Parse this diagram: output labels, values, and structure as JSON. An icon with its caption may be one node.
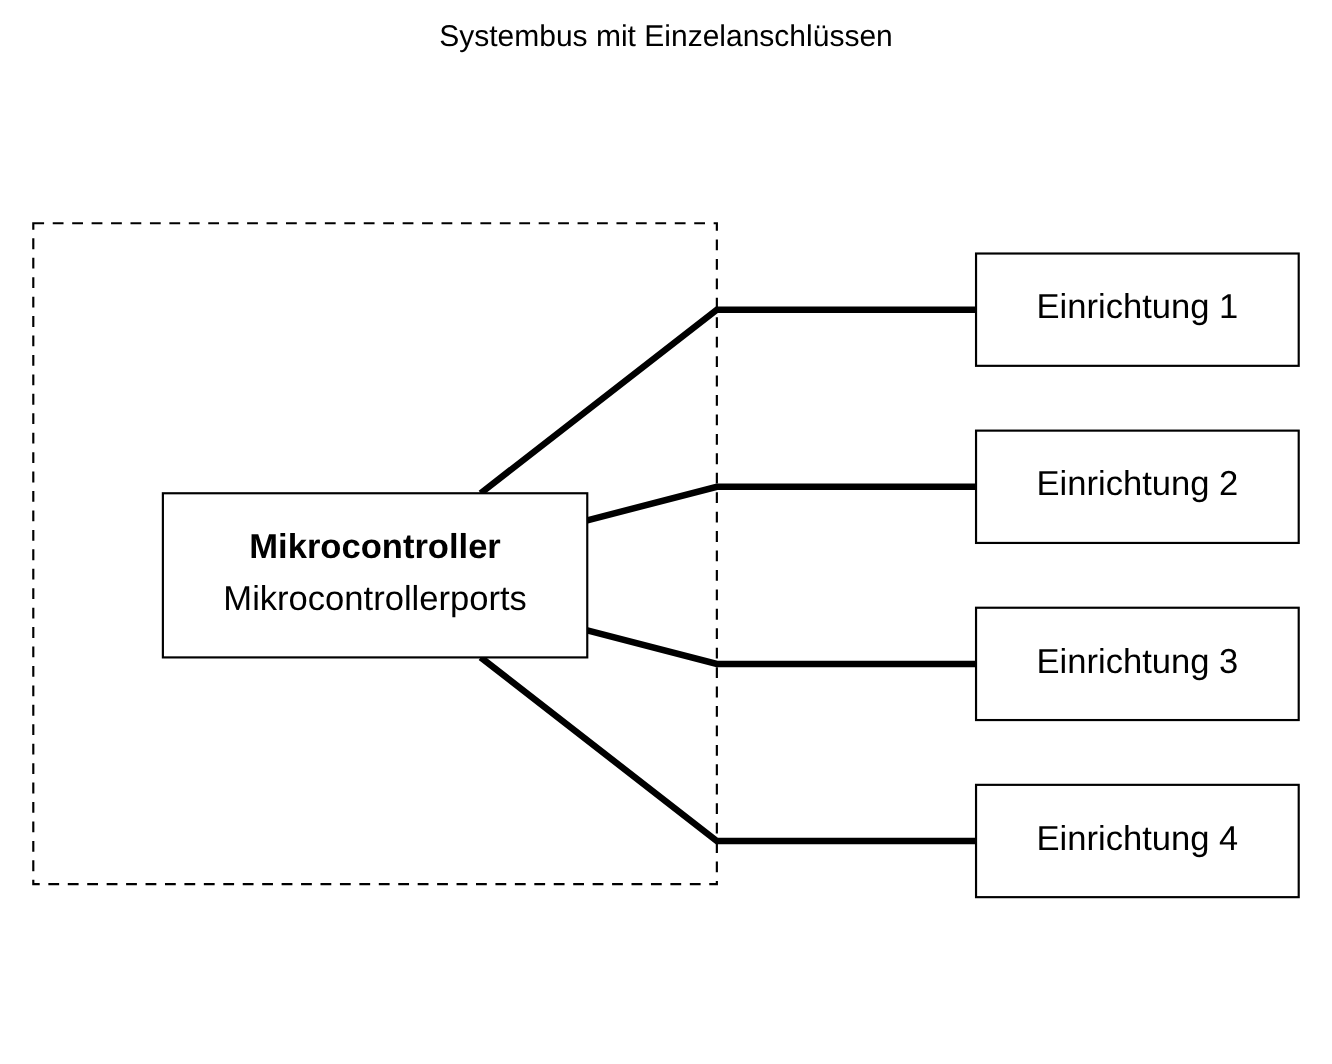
{
  "diagram": {
    "nodes": [
      {
        "text": [],
        "shape": "box"
      },
      {
        "text": [
          "Mikrocontroller",
          "Mikrocontrollerports"
        ],
        "in": 0
      },
      {
        "text": [
          "Einrichtung 1"
        ]
      },
      {
        "text": [
          "Einrichtung 2"
        ]
      },
      {
        "text": [
          "Einrichtung 3"
        ]
      },
      {
        "text": [
          "Einrichtung 4"
        ]
      }
    ],
    "edges": [
      {
        "from": 1,
        "to": 2,
        "arrow": "none"
      },
      {
        "from": 1,
        "to": 3,
        "arrow": "none"
      },
      {
        "from": 1,
        "to": 4,
        "arrow": "none"
      },
      {
        "from": 1,
        "to": 5,
        "arrow": "none"
      }
    ],
    "labels": [
      "Systembus mit Einzelanschlüssen"
    ]
  }
}
